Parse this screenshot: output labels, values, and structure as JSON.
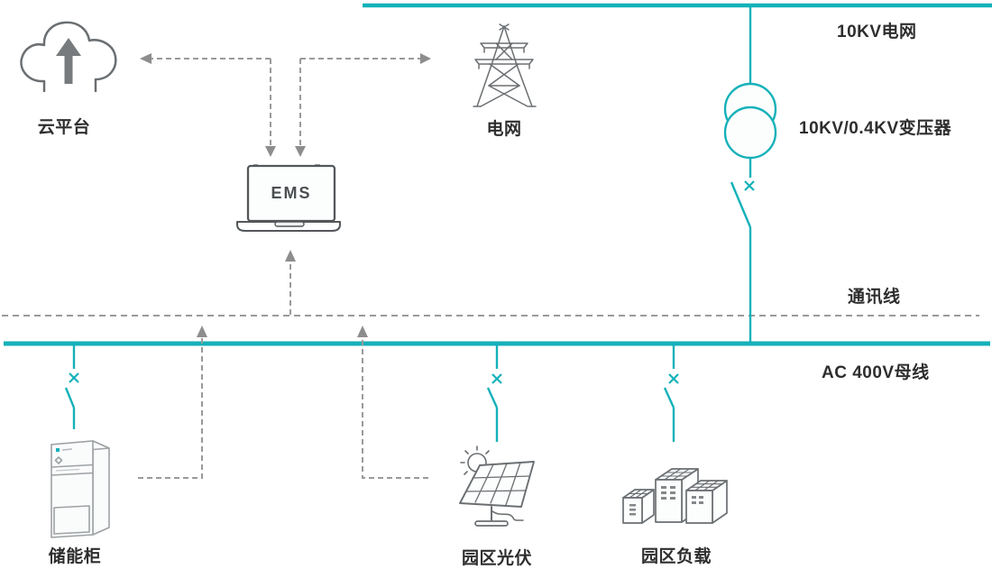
{
  "colors": {
    "teal": "#14b1b9",
    "dash": "#9a9a9a",
    "icon": "#6b6f72",
    "text": "#2e2e2e"
  },
  "nodes": {
    "cloud": {
      "label": "云平台"
    },
    "ems": {
      "label": "EMS"
    },
    "grid": {
      "label": "电网"
    },
    "storage": {
      "label": "储能柜"
    },
    "pv": {
      "label": "园区光伏"
    },
    "load": {
      "label": "园区负载"
    }
  },
  "annotations": {
    "grid_10kv": "10KV电网",
    "transformer": "10KV/0.4KV变压器",
    "comm_line": "通讯线",
    "ac_bus": "AC 400V母线"
  }
}
